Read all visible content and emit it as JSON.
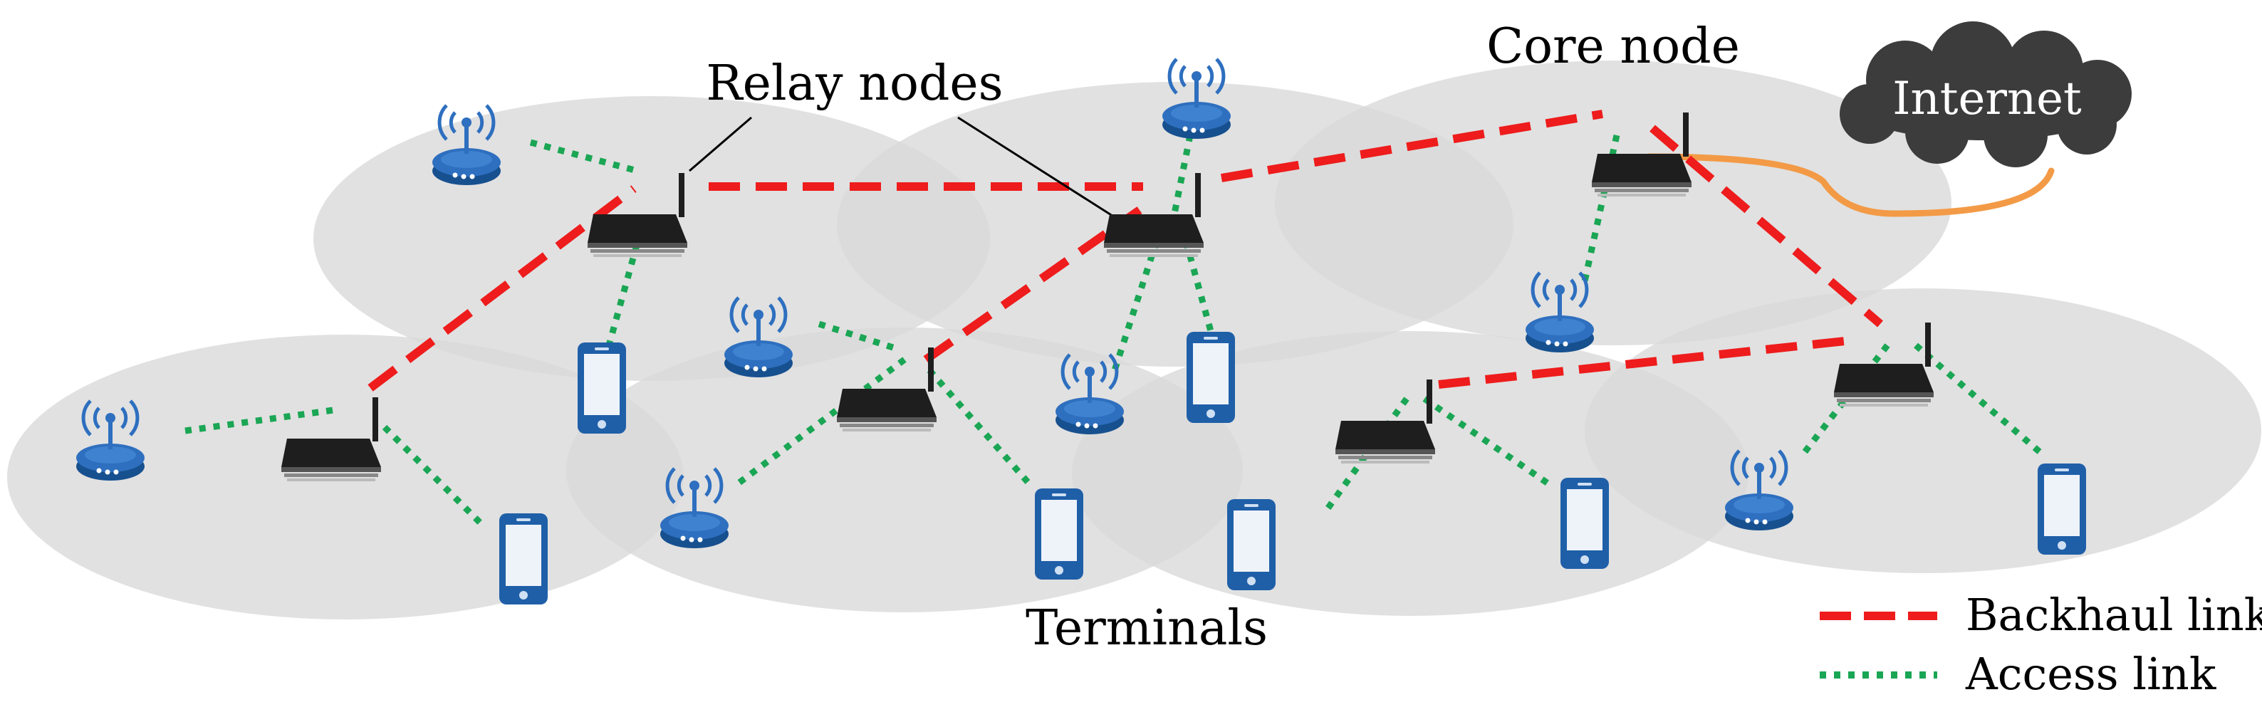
{
  "labels": {
    "relay_nodes": "Relay nodes",
    "core_node": "Core node",
    "internet": "Internet",
    "terminals": "Terminals"
  },
  "legend": {
    "backhaul": "Backhaul link",
    "access": "Access link"
  },
  "colors": {
    "coverage": "#d9d9d9",
    "backhaul": "#ee1c1c",
    "access": "#1aa654",
    "internet_link": "#f39a46",
    "cloud": "#3c3c3c",
    "device": "#1f5fa8",
    "router": "#1e1e1e"
  },
  "icons": {
    "relay": "wireless-router-icon",
    "core": "core-router-icon",
    "access_point": "access-point-icon",
    "terminal": "smartphone-icon",
    "internet": "cloud-icon"
  }
}
